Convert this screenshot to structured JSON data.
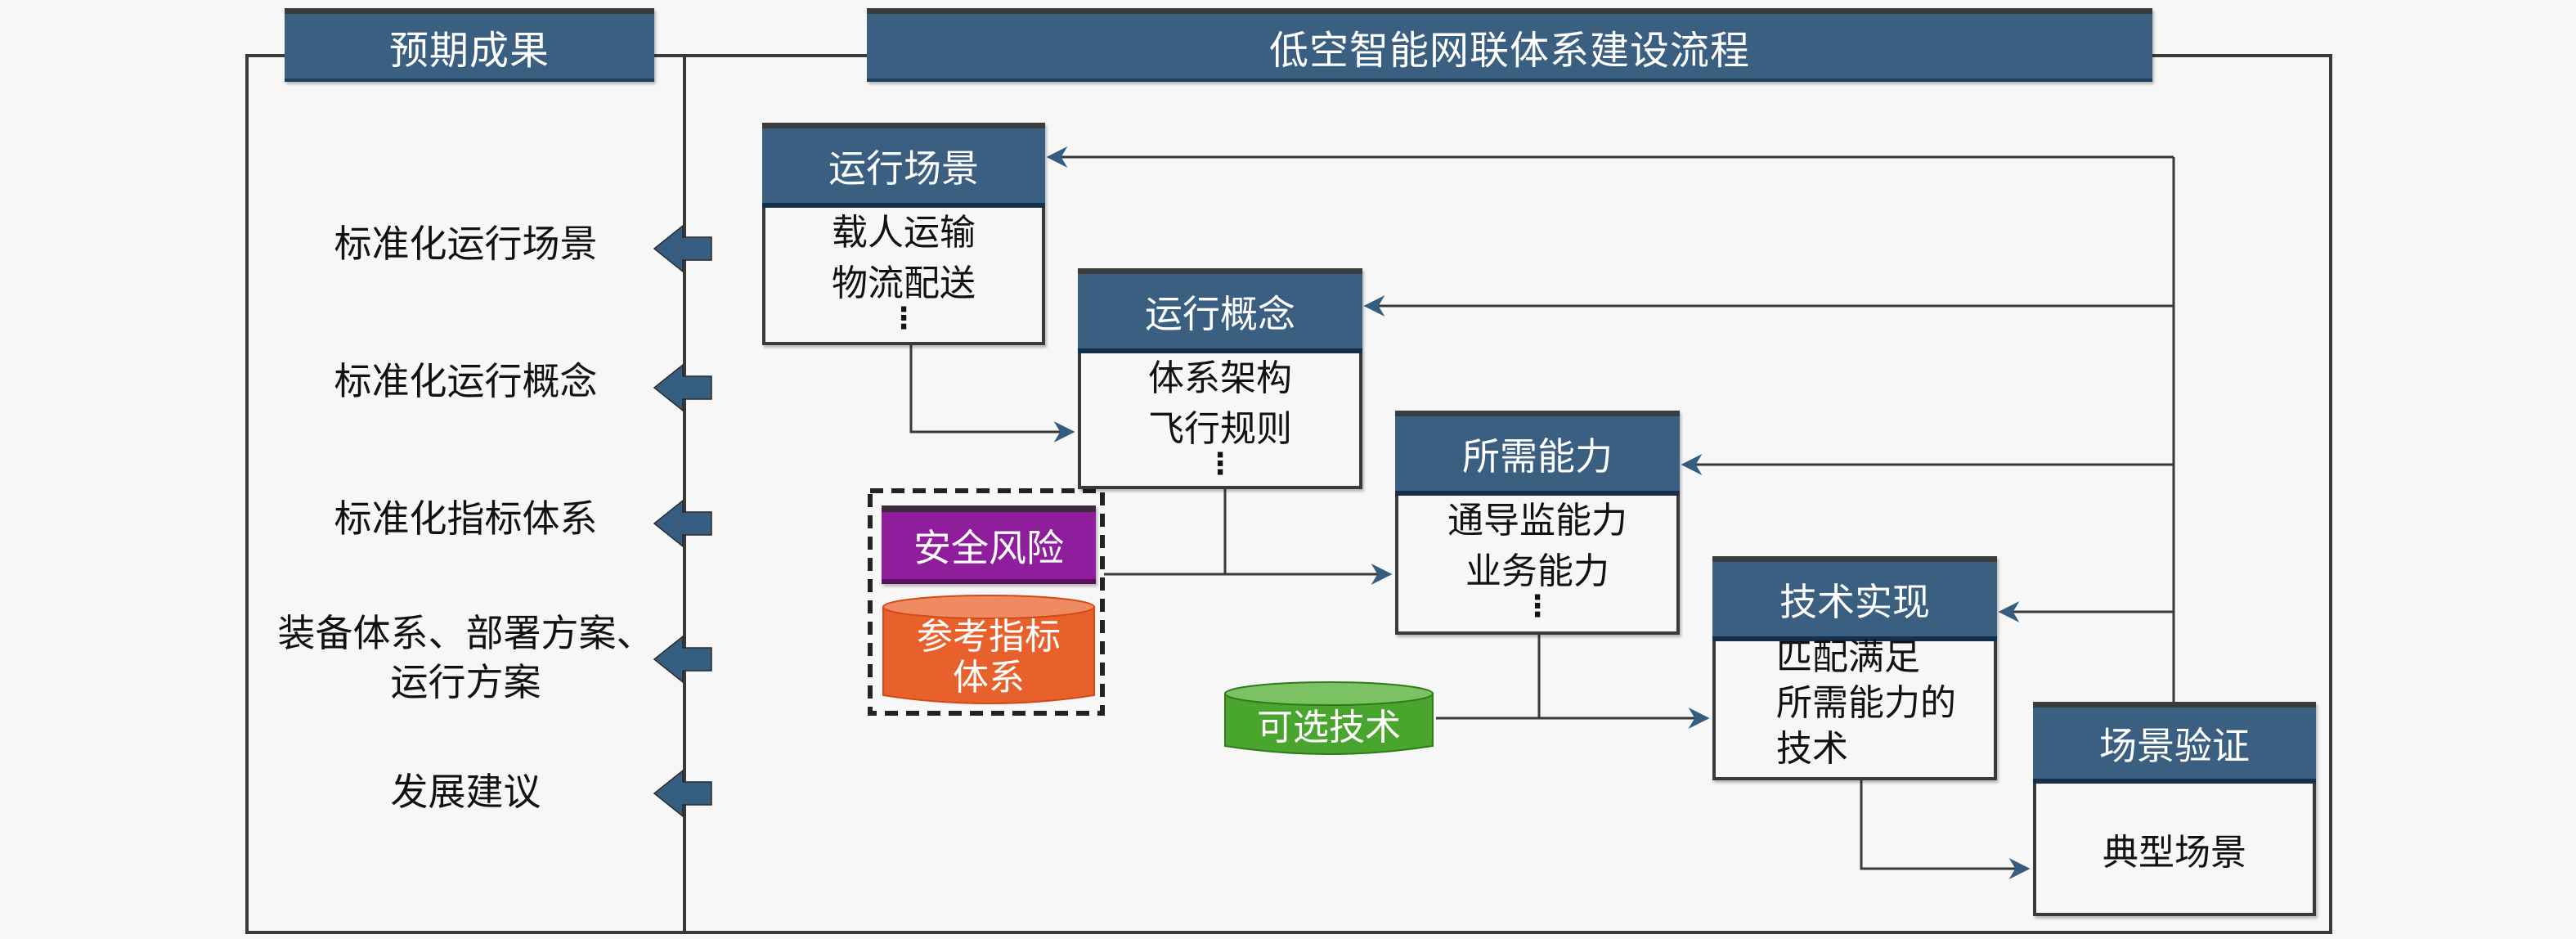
{
  "headers": {
    "outcomes": "预期成果",
    "process": "低空智能网联体系建设流程"
  },
  "outcomes": [
    {
      "label": "标准化运行场景",
      "arrow": "left-arrow-icon"
    },
    {
      "label": "标准化运行概念",
      "arrow": "left-arrow-icon"
    },
    {
      "label": "标准化指标体系",
      "arrow": "left-arrow-icon"
    },
    {
      "label": "装备体系、部署方案、",
      "label_line2": "运行方案",
      "arrow": "left-arrow-icon"
    },
    {
      "label": "发展建议",
      "arrow": "left-arrow-icon"
    }
  ],
  "steps": {
    "scenario": {
      "title": "运行场景",
      "lines": [
        "载人运输",
        "物流配送"
      ],
      "ellipsis": "⋮"
    },
    "concept": {
      "title": "运行概念",
      "lines": [
        "体系架构",
        "飞行规则"
      ],
      "ellipsis": "⋮"
    },
    "capability": {
      "title": "所需能力",
      "lines": [
        "通导监能力",
        "业务能力"
      ],
      "ellipsis": "⋮"
    },
    "technology": {
      "title": "技术实现",
      "lines": [
        "匹配满足",
        "所需能力的",
        "技术"
      ]
    },
    "validation": {
      "title": "场景验证",
      "lines": [
        "典型场景"
      ]
    }
  },
  "inputs": {
    "safety_risk": "安全风险",
    "reference_index": {
      "line1": "参考指标",
      "line2": "体系"
    },
    "optional_tech": "可选技术"
  },
  "colors": {
    "header_blue": "#3a5f80",
    "safety_purple": "#8e1e9c",
    "reference_orange": "#e8612c",
    "optional_green": "#4aa52e",
    "arrow_blue": "#355d80"
  }
}
